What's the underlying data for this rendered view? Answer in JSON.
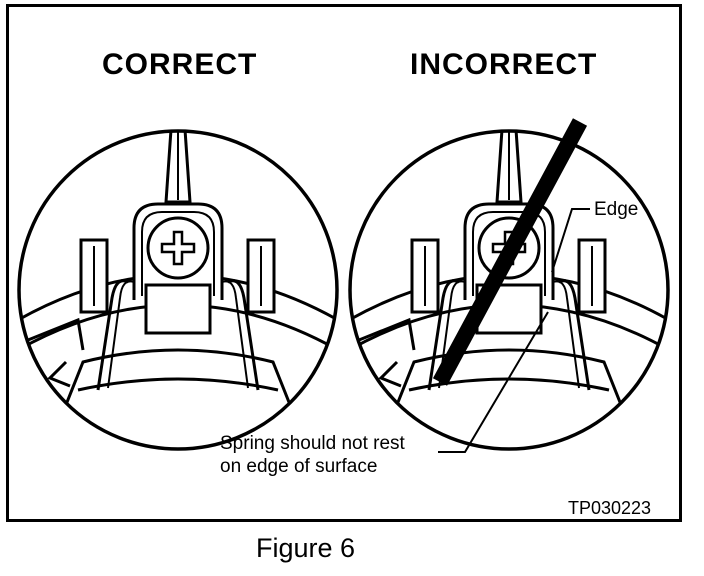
{
  "panels": {
    "correct_heading": "CORRECT",
    "incorrect_heading": "INCORRECT"
  },
  "callouts": {
    "edge": "Edge",
    "note_line1": "Spring should not rest",
    "note_line2": "on edge of surface"
  },
  "figure_code": "TP030223",
  "caption": "Figure 6"
}
